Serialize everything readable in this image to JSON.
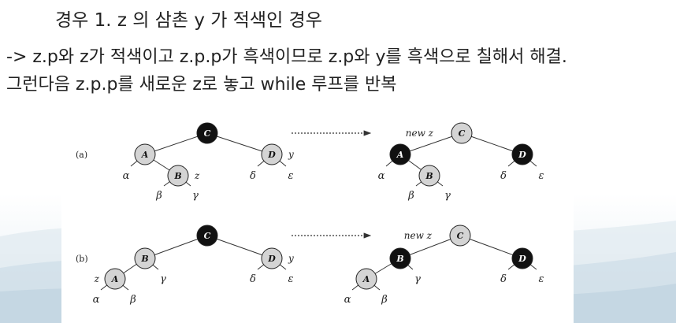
{
  "slide": {
    "line1": "경우 1. z 의 삼촌 y 가 적색인 경우",
    "line2": "-> z.p와 z가 적색이고 z.p.p가 흑색이므로 z.p와 y를 흑색으로 칠해서 해결.",
    "line3": "그런다음 z.p.p를 새로운 z로 놓고 while 루프를 반복"
  },
  "figure": {
    "colors": {
      "black_node": "#111111",
      "gray_node": "#d4d4d4",
      "edge": "#333333",
      "background_wave": "#c7d8e3"
    },
    "parts": [
      {
        "label": "(a)",
        "before": {
          "nodes": [
            {
              "id": "C",
              "color": "black"
            },
            {
              "id": "A",
              "color": "gray"
            },
            {
              "id": "D",
              "color": "gray",
              "side_label": "y"
            },
            {
              "id": "B",
              "color": "gray",
              "side_label": "z"
            }
          ],
          "subtrees": [
            "α",
            "β",
            "γ",
            "δ",
            "ε"
          ]
        },
        "after": {
          "nodes": [
            {
              "id": "C",
              "color": "gray",
              "prefix_label": "new z"
            },
            {
              "id": "A",
              "color": "black"
            },
            {
              "id": "D",
              "color": "black"
            },
            {
              "id": "B",
              "color": "gray"
            }
          ],
          "subtrees": [
            "α",
            "β",
            "γ",
            "δ",
            "ε"
          ]
        }
      },
      {
        "label": "(b)",
        "before": {
          "nodes": [
            {
              "id": "C",
              "color": "black"
            },
            {
              "id": "B",
              "color": "gray"
            },
            {
              "id": "D",
              "color": "gray",
              "side_label": "y"
            },
            {
              "id": "A",
              "color": "gray",
              "prefix_label": "z"
            }
          ],
          "subtrees": [
            "α",
            "β",
            "γ",
            "δ",
            "ε"
          ]
        },
        "after": {
          "nodes": [
            {
              "id": "C",
              "color": "gray",
              "prefix_label": "new z"
            },
            {
              "id": "B",
              "color": "black"
            },
            {
              "id": "D",
              "color": "black"
            },
            {
              "id": "A",
              "color": "gray"
            }
          ],
          "subtrees": [
            "α",
            "β",
            "γ",
            "δ",
            "ε"
          ]
        }
      }
    ]
  }
}
